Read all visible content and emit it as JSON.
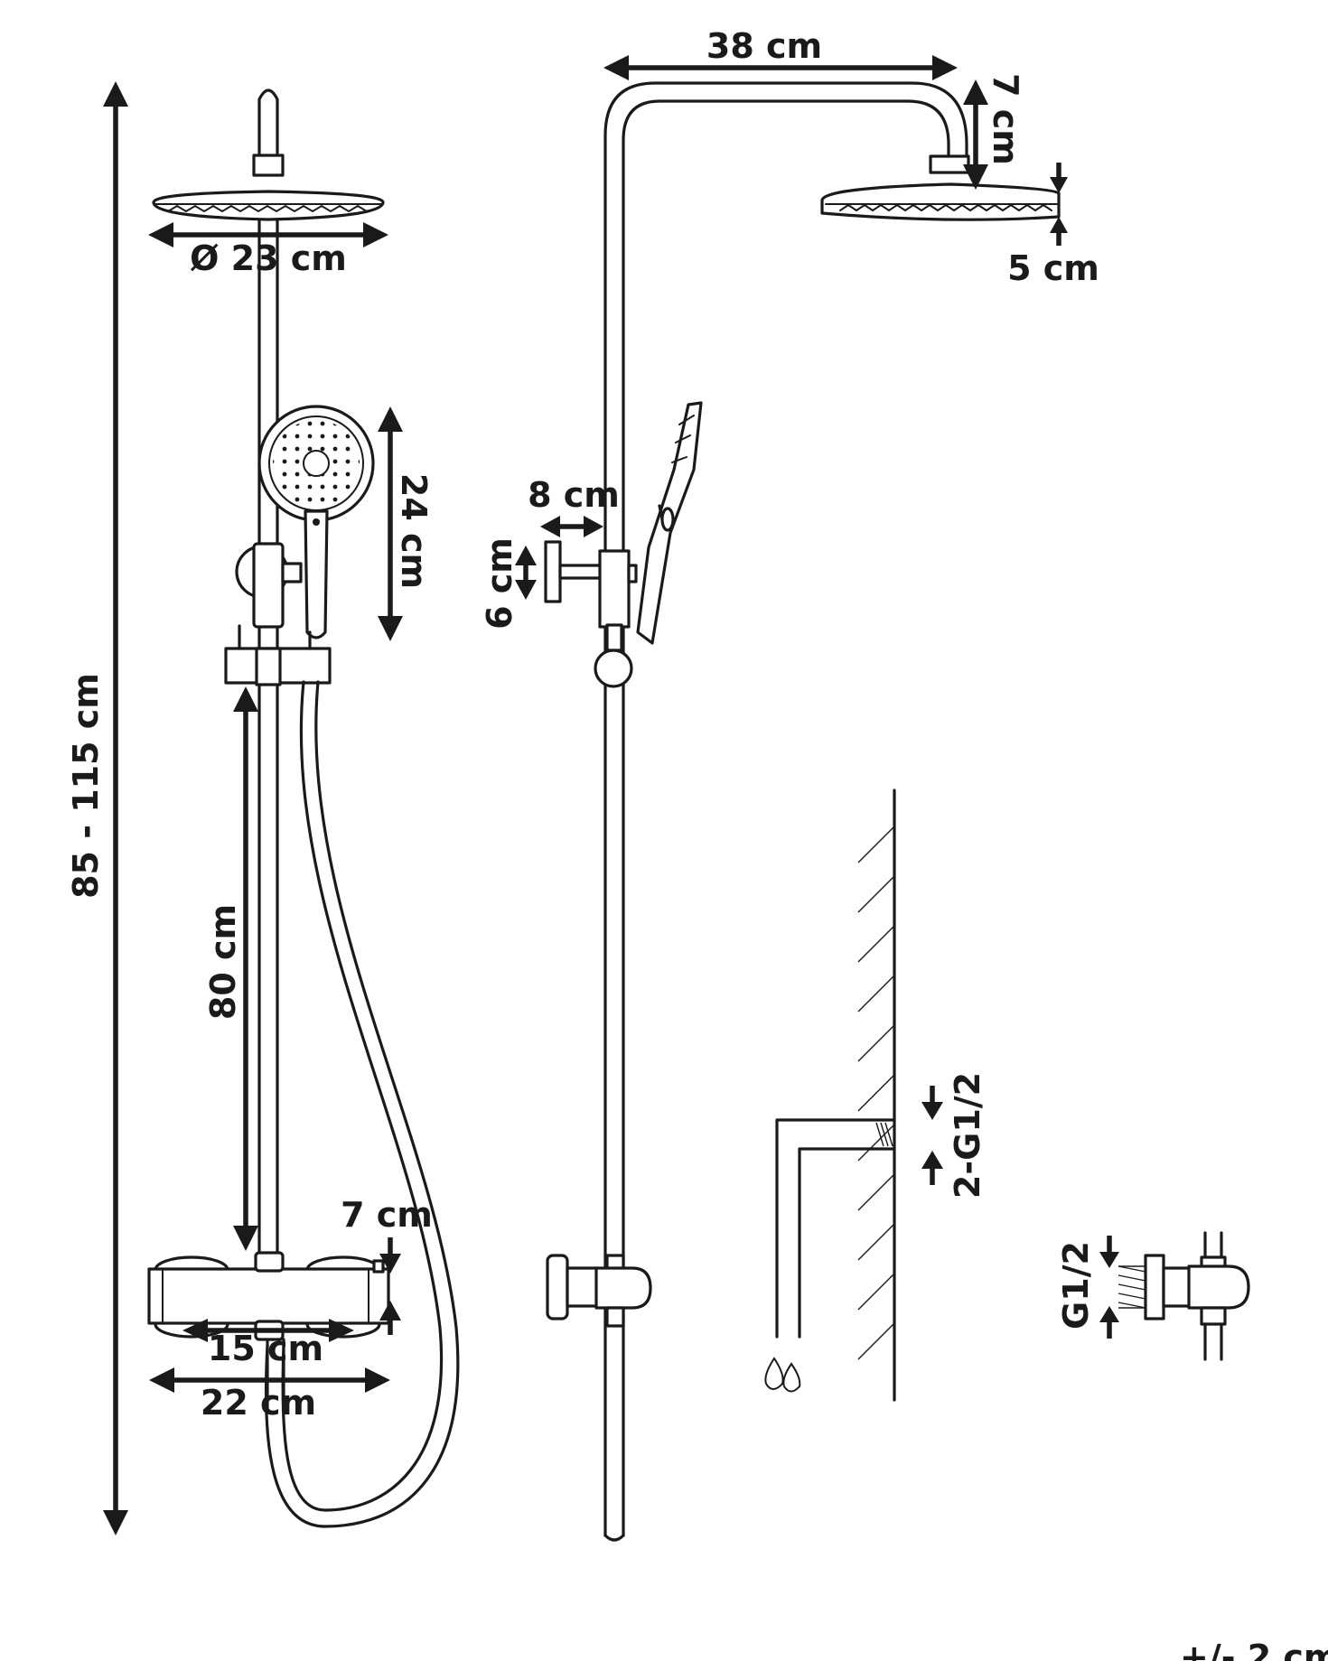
{
  "dimensions": {
    "total_height": "85 - 115 cm",
    "head_diameter": "Ø 23 cm",
    "hand_shower_length": "24 cm",
    "rail_length": "80 cm",
    "mixer_depth": "7 cm",
    "mixer_center_distance": "15 cm",
    "mixer_width": "22 cm",
    "arm_length": "38 cm",
    "arm_drop": "7 cm",
    "head_thickness": "5 cm",
    "holder_offset": "8 cm",
    "holder_height": "6 cm",
    "wall_connection": "2-G1/2",
    "inlet_thread": "G1/2",
    "tolerance": "+/- 2 cm"
  }
}
